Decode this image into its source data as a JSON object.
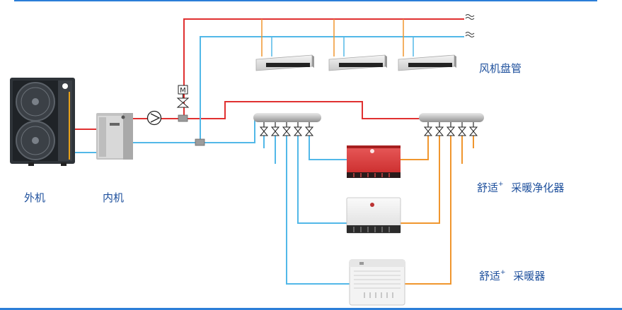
{
  "labels": {
    "outdoor_unit": "外机",
    "indoor_unit": "内机",
    "fan_coil": "风机盘管",
    "comfort_purifier_prefix": "舒适",
    "comfort_purifier_sup": "+",
    "comfort_purifier_suffix": "采暖净化器",
    "comfort_heater_prefix": "舒适",
    "comfort_heater_sup": "+",
    "comfort_heater_suffix": "采暖器",
    "valve_motor_mark": "M"
  },
  "colors": {
    "supply_pipe": "#e03030",
    "return_pipe": "#52b8e8",
    "branch_pipe": "#f0962e",
    "label_text": "#1d4f9c",
    "frame_line": "#2b7ed8"
  }
}
